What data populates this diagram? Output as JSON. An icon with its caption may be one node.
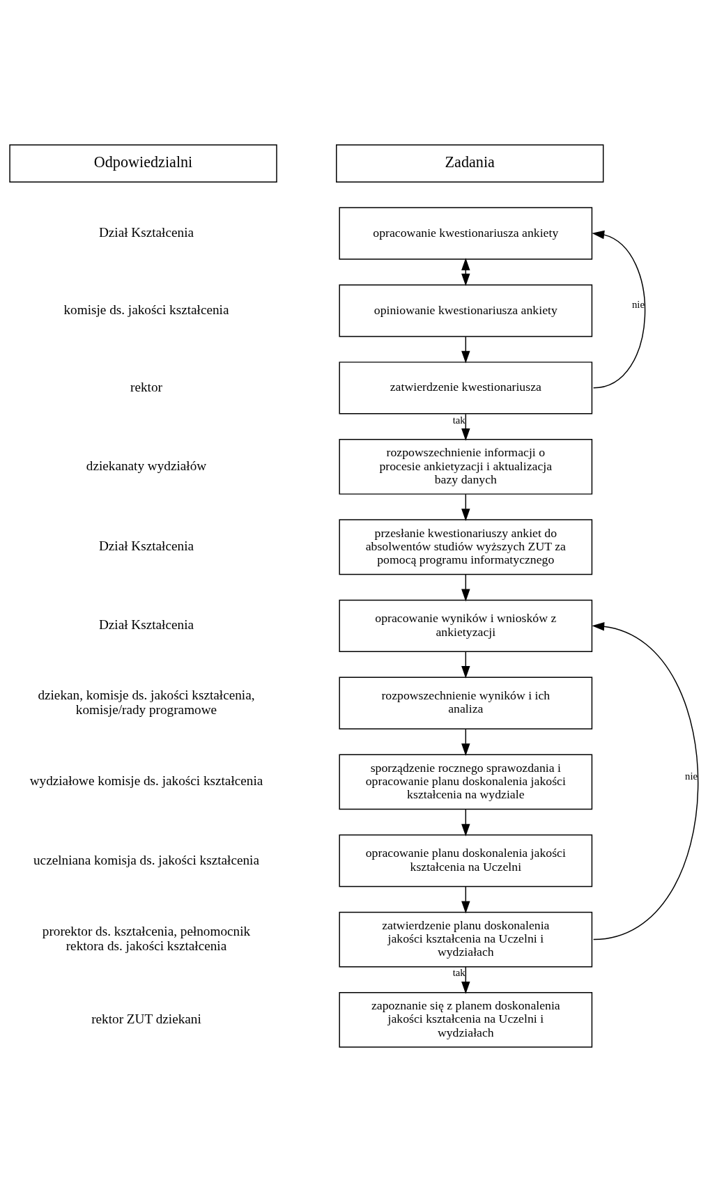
{
  "diagram": {
    "nodes": [
      {
        "text": [
          "opracowanie kwestionariusza ankiety"
        ]
      },
      {
        "text": [
          "opiniowanie kwestionariusza ankiety"
        ]
      },
      {
        "text": [
          "zatwierdzenie kwestionariusza"
        ]
      },
      {
        "text": [
          "rozpowszechnienie informacji o procesie ankietyzacji i aktualizacja bazy danych"
        ]
      },
      {
        "text": [
          "przesłanie kwestionariuszy ankiet do absolwentów studiów wyższych ZUT za pomocą programu informatycznego"
        ]
      },
      {
        "text": [
          "opracowanie wyników i wniosków z ankietyzacji"
        ]
      },
      {
        "text": [
          "rozpowszechnienie wyników i ich analiza"
        ]
      },
      {
        "text": [
          "sporządzenie rocznego sprawozdania i opracowanie planu doskonalenia jakości kształcenia na wydziale"
        ]
      },
      {
        "text": [
          "opracowanie planu doskonalenia jakości kształcenia na Uczelni"
        ]
      },
      {
        "text": [
          "zatwierdzenie planu doskonalenia jakości kształcenia na Uczelni i wydziałach"
        ]
      },
      {
        "text": [
          "zapoznanie się z planem doskonalenia jakości kształcenia na Uczelni i wydziałach"
        ]
      }
    ],
    "edges": [
      {
        "from": 0,
        "to": 1,
        "arrow": "both"
      },
      {
        "from": 1,
        "to": 2,
        "arrow": "to"
      },
      {
        "from": 2,
        "to": 0,
        "arrow": "to",
        "label": "nie"
      },
      {
        "from": 2,
        "to": 3,
        "arrow": "to",
        "label": "tak"
      },
      {
        "from": 3,
        "to": 4,
        "arrow": "to"
      },
      {
        "from": 4,
        "to": 5,
        "arrow": "to"
      },
      {
        "from": 5,
        "to": 6,
        "arrow": "to"
      },
      {
        "from": 6,
        "to": 7,
        "arrow": "to"
      },
      {
        "from": 7,
        "to": 8,
        "arrow": "to"
      },
      {
        "from": 8,
        "to": 9,
        "arrow": "to"
      },
      {
        "from": 9,
        "to": 5,
        "arrow": "to",
        "label": "nie"
      },
      {
        "from": 9,
        "to": 10,
        "arrow": "to",
        "label": "tak"
      }
    ],
    "labels": [
      "Odpowiedzialni",
      "Zadania",
      "Dział Kształcenia",
      "komisje ds. jakości kształcenia",
      "rektor",
      "dziekanaty wydziałów",
      "Dział Kształcenia",
      "Dział Kształcenia",
      "dziekan, komisje ds. jakości kształcenia, komisje/rady programowe",
      "wydziałowe komisje ds. jakości kształcenia",
      "uczelniana komisja ds. jakości kształcenia",
      "prorektor ds. kształcenia, pełnomocnik rektora ds. jakości kształcenia",
      "rektor ZUT dziekani"
    ]
  }
}
